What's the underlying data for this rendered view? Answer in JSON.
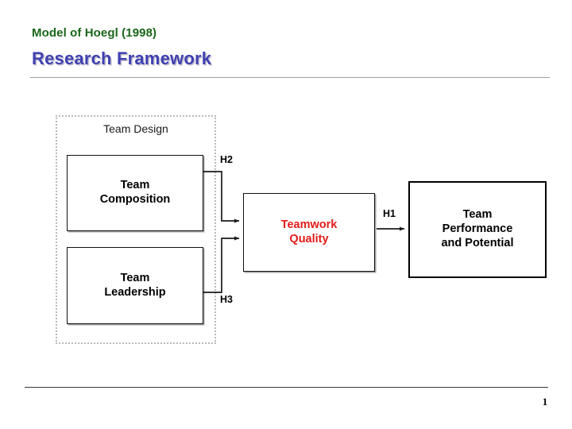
{
  "slide": {
    "subtitle": "Model of Hoegl (1998)",
    "title": "Research Framework",
    "page_number": "1",
    "colors": {
      "subtitle": "#196619",
      "title": "#4040b0",
      "accent_red": "#e01b18",
      "border": "#111111",
      "group_border": "#b9b9be",
      "header_rule": "#9d9da6",
      "footer_rule": "#3a3a3a",
      "background": "#ffffff"
    }
  },
  "diagram": {
    "group": {
      "label": "Team Design"
    },
    "nodes": {
      "composition": "Team\nComposition",
      "composition_line1": "Team",
      "composition_line2": "Composition",
      "leadership_line1": "Team",
      "leadership_line2": "Leadership",
      "quality_line1": "Teamwork",
      "quality_line2": "Quality",
      "performance_line1": "Team",
      "performance_line2": "Performance",
      "performance_line3": "and Potential"
    },
    "hypotheses": {
      "h1": "H1",
      "h2": "H2",
      "h3": "H3"
    }
  }
}
